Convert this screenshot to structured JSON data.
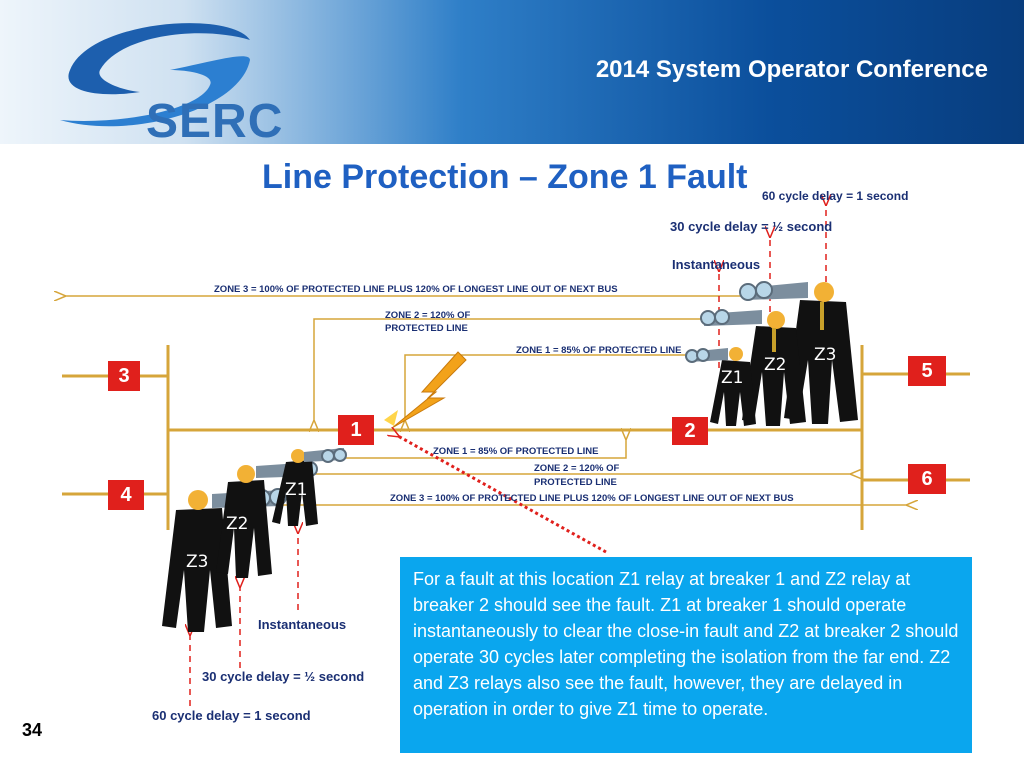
{
  "header": {
    "conference": "2014 System Operator Conference",
    "logo_text": "SERC"
  },
  "slide": {
    "title": "Line Protection – Zone 1 Fault",
    "page_number": "34"
  },
  "top_relays": {
    "delay_60": "60 cycle delay = 1 second",
    "delay_30": "30 cycle delay = ½ second",
    "instantaneous": "Instantaneous",
    "zone3": "ZONE 3 = 100% OF PROTECTED LINE PLUS 120% OF LONGEST LINE OUT OF NEXT BUS",
    "zone2_line1": "ZONE 2 = 120% OF",
    "zone2_line2": "PROTECTED LINE",
    "zone1": "ZONE 1 = 85% OF PROTECTED LINE",
    "z1": "Z1",
    "z2": "Z2",
    "z3": "Z3"
  },
  "bottom_relays": {
    "zone1": "ZONE 1 = 85% OF PROTECTED LINE",
    "zone2_line1": "ZONE 2 = 120% OF",
    "zone2_line2": "PROTECTED LINE",
    "zone3": "ZONE 3 = 100% OF PROTECTED LINE PLUS 120% OF LONGEST LINE OUT OF NEXT BUS",
    "instantaneous": "Instantaneous",
    "delay_30": "30 cycle delay = ½ second",
    "delay_60": "60 cycle delay = 1 second",
    "z1": "Z1",
    "z2": "Z2",
    "z3": "Z3"
  },
  "breakers": {
    "b1": "1",
    "b2": "2",
    "b3": "3",
    "b4": "4",
    "b5": "5",
    "b6": "6"
  },
  "description": "For a fault at this location Z1 relay at breaker 1 and Z2 relay at breaker 2 should see the fault. Z1 at breaker 1 should operate instantaneously to clear the close-in fault and Z2 at breaker 2 should operate 30 cycles later completing the isolation from the far end. Z2 and Z3 relays also see the fault, however, they are delayed in operation in order to give Z1 time to operate.",
  "colors": {
    "title": "#1f60c2",
    "breaker": "#e0201c",
    "line": "#d6a53a",
    "arrow": "#e0201c",
    "box": "#0aa6ee"
  }
}
